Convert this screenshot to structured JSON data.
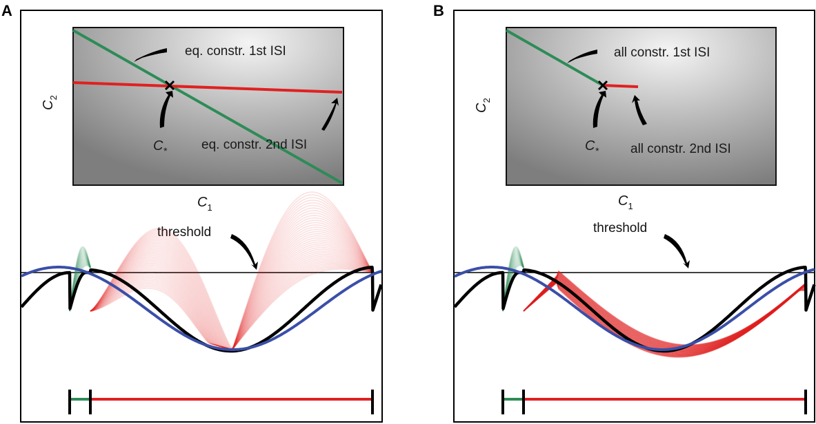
{
  "panels": [
    {
      "letter": "A",
      "inset": {
        "y_label": "C",
        "y_label_sub": "2",
        "x_label": "C",
        "x_label_sub": "1",
        "label_first": "eq. constr. 1st ISI",
        "label_second": "eq. constr. 2nd ISI",
        "cstar_label": "C",
        "cstar_sub": "*"
      },
      "threshold_label": "threshold"
    },
    {
      "letter": "B",
      "inset": {
        "y_label": "C",
        "y_label_sub": "2",
        "x_label": "C",
        "x_label_sub": "1",
        "label_first": "all constr. 1st ISI",
        "label_second": "all constr. 2nd ISI",
        "cstar_label": "C",
        "cstar_sub": "*"
      },
      "threshold_label": "threshold"
    }
  ],
  "colors": {
    "first_isi": "#2e8b57",
    "second_isi": "#e02020",
    "reference": "#3a4fa8",
    "trace": "#000000",
    "inset_bg_light": "#e6e6e6",
    "inset_bg_dark": "#8a8a8a"
  }
}
